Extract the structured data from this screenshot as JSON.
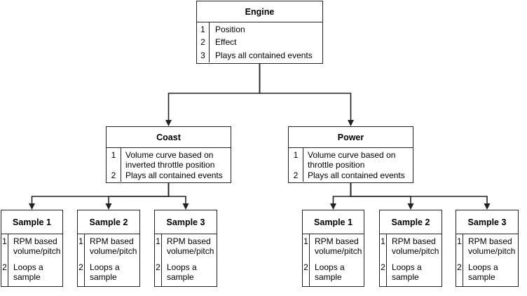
{
  "nodes": {
    "engine": {
      "title": "Engine",
      "items": [
        {
          "num": "1",
          "text": "Position"
        },
        {
          "num": "2",
          "text": "Effect"
        },
        {
          "num": "3",
          "text": "Plays all contained events"
        }
      ]
    },
    "coast": {
      "title": "Coast",
      "items": [
        {
          "num": "1",
          "text": "Volume curve based on inverted throttle position"
        },
        {
          "num": "2",
          "text": "Plays all contained events"
        }
      ]
    },
    "power": {
      "title": "Power",
      "items": [
        {
          "num": "1",
          "text": "Volume curve based on throttle position"
        },
        {
          "num": "2",
          "text": "Plays all contained events"
        }
      ]
    },
    "coast_sample_1": {
      "title": "Sample 1",
      "items": [
        {
          "num": "1",
          "text": "RPM based volume/pitch"
        },
        {
          "num": "2",
          "text": "Loops a sample"
        }
      ]
    },
    "coast_sample_2": {
      "title": "Sample 2",
      "items": [
        {
          "num": "1",
          "text": "RPM based volume/pitch"
        },
        {
          "num": "2",
          "text": "Loops a sample"
        }
      ]
    },
    "coast_sample_3": {
      "title": "Sample 3",
      "items": [
        {
          "num": "1",
          "text": "RPM based volume/pitch"
        },
        {
          "num": "2",
          "text": "Loops a sample"
        }
      ]
    },
    "power_sample_1": {
      "title": "Sample 1",
      "items": [
        {
          "num": "1",
          "text": "RPM based volume/pitch"
        },
        {
          "num": "2",
          "text": "Loops a sample"
        }
      ]
    },
    "power_sample_2": {
      "title": "Sample 2",
      "items": [
        {
          "num": "1",
          "text": "RPM based volume/pitch"
        },
        {
          "num": "2",
          "text": "Loops a sample"
        }
      ]
    },
    "power_sample_3": {
      "title": "Sample 3",
      "items": [
        {
          "num": "1",
          "text": "RPM based volume/pitch"
        },
        {
          "num": "2",
          "text": "Loops a sample"
        }
      ]
    }
  },
  "edges": [
    {
      "from": "engine",
      "to": "coast"
    },
    {
      "from": "engine",
      "to": "power"
    },
    {
      "from": "coast",
      "to": "coast_sample_1"
    },
    {
      "from": "coast",
      "to": "coast_sample_2"
    },
    {
      "from": "coast",
      "to": "coast_sample_3"
    },
    {
      "from": "power",
      "to": "power_sample_1"
    },
    {
      "from": "power",
      "to": "power_sample_2"
    },
    {
      "from": "power",
      "to": "power_sample_3"
    }
  ]
}
